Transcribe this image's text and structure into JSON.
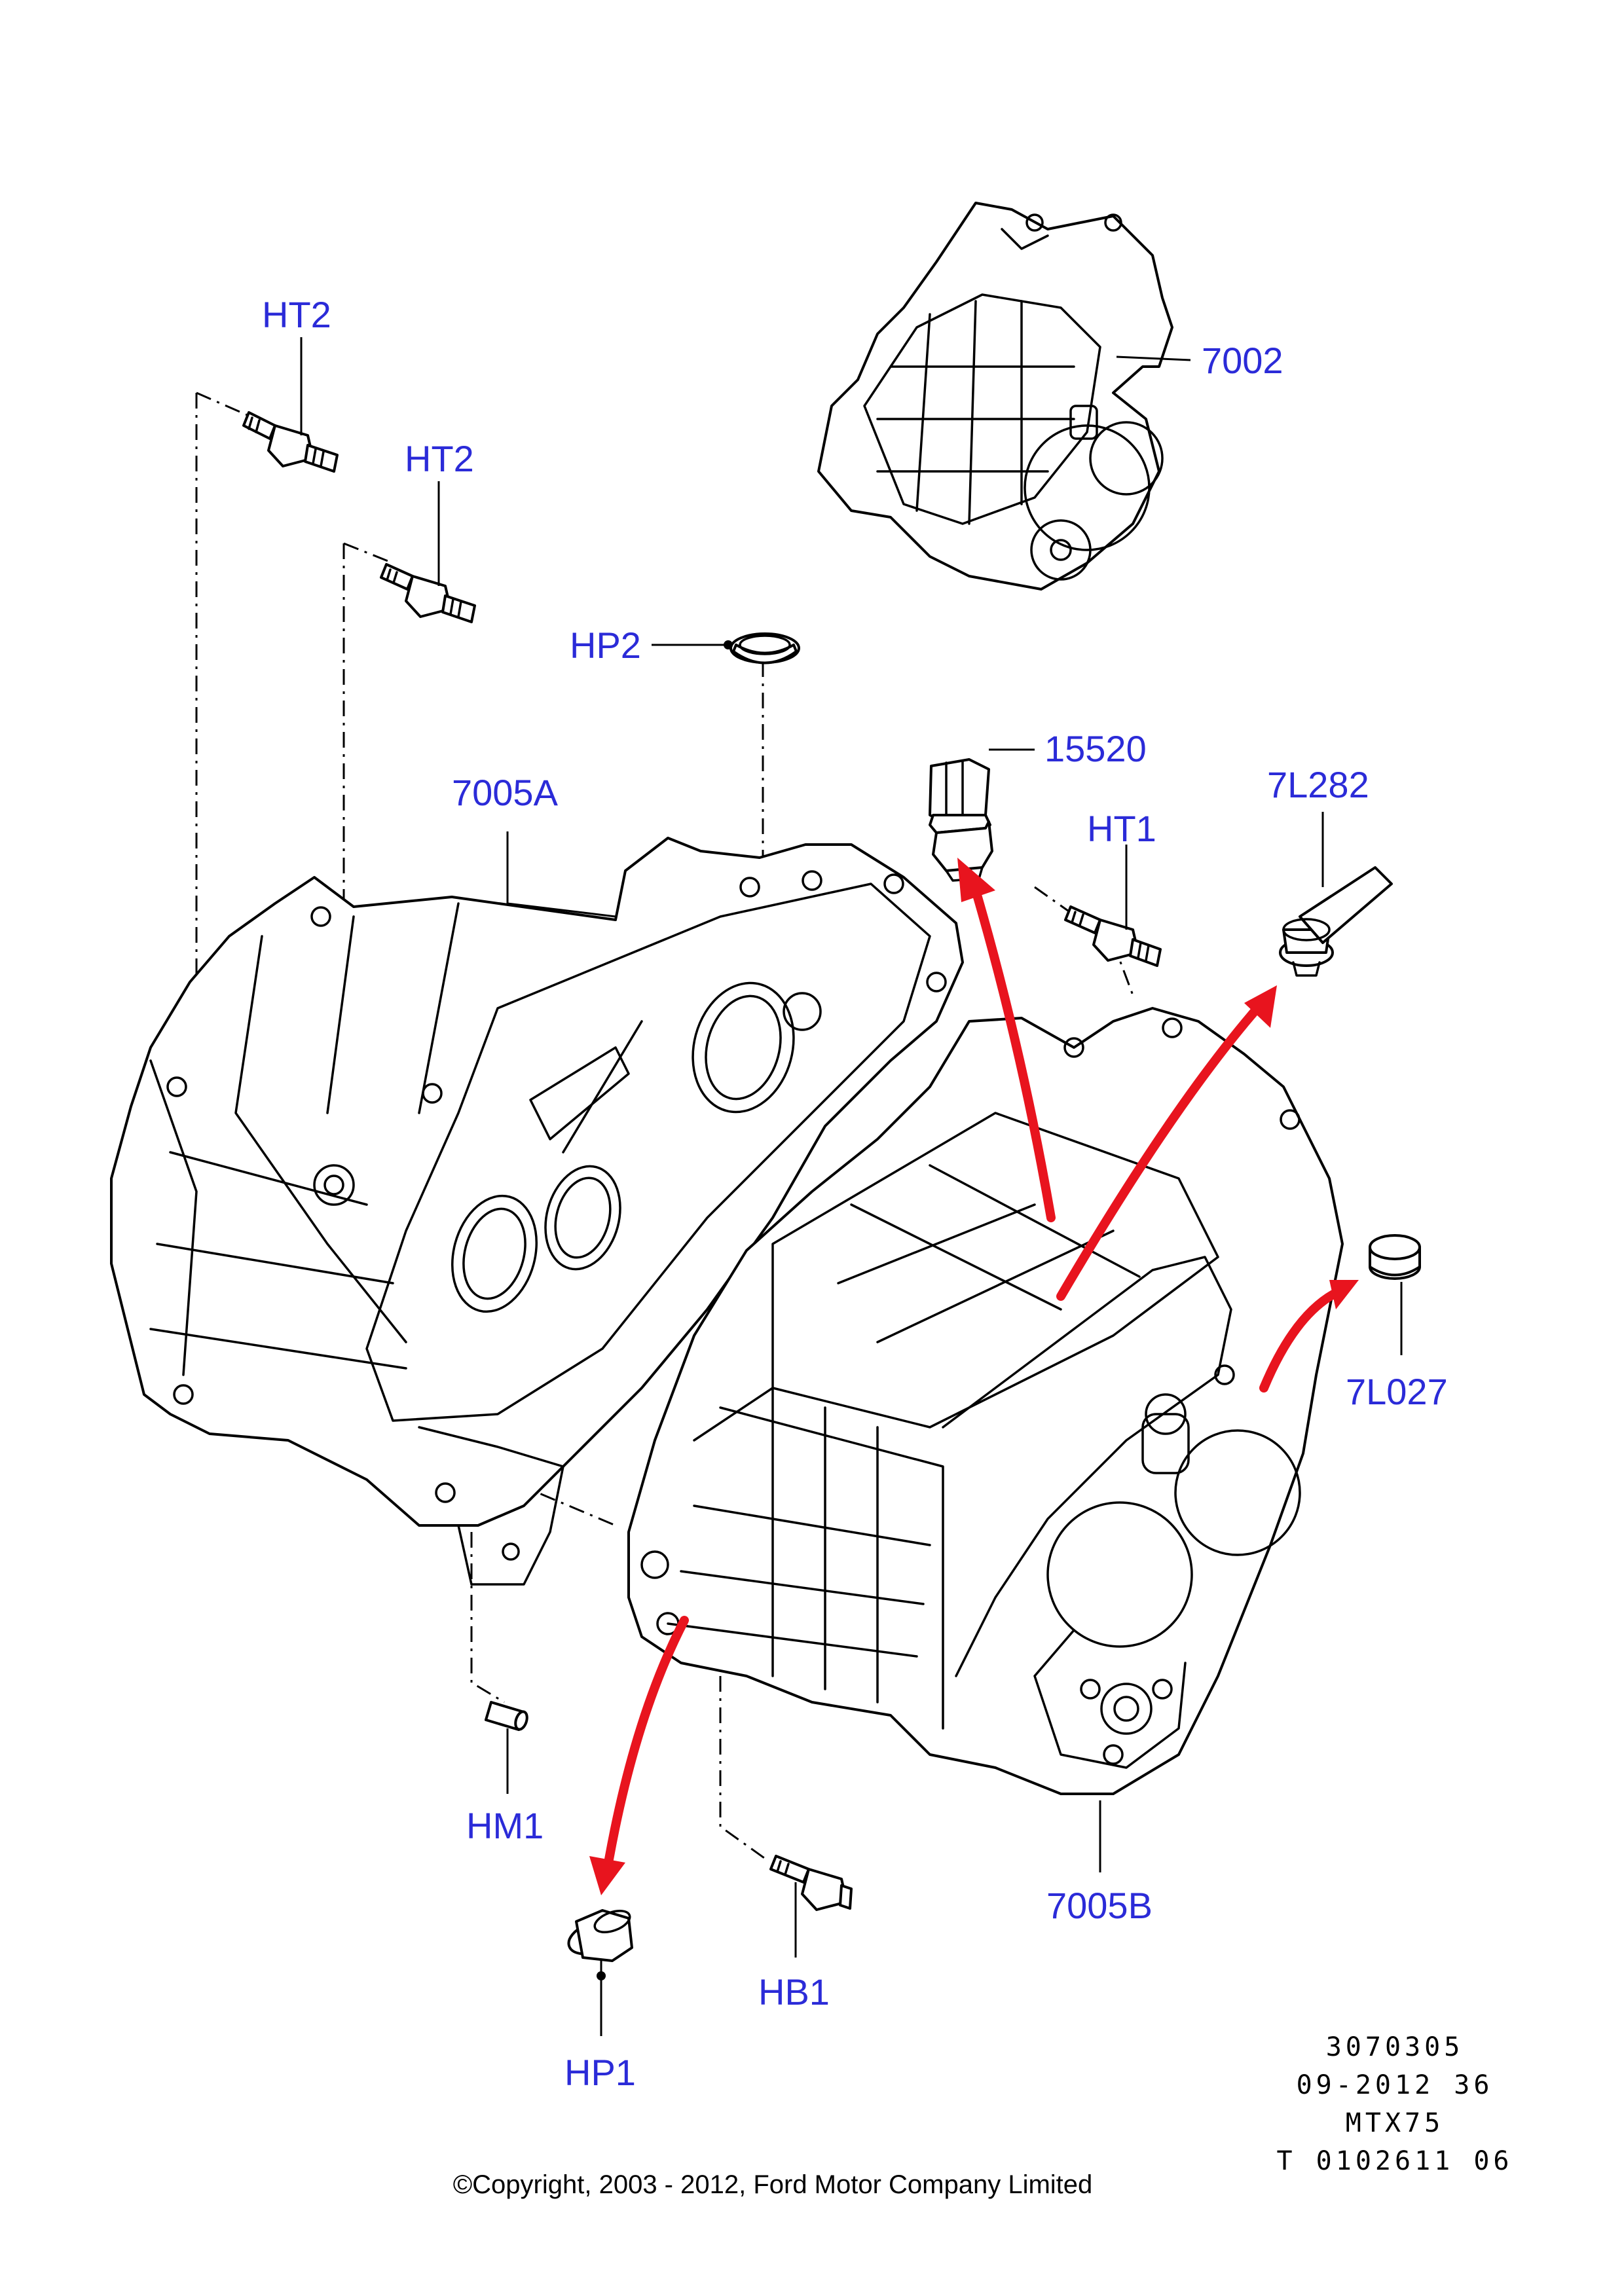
{
  "colors": {
    "label": "#2b2bd8",
    "arrow": "#e8141e",
    "line": "#000000",
    "background": "#ffffff"
  },
  "labels": {
    "ht2_top": "HT2",
    "ht2_second": "HT2",
    "hp2": "HP2",
    "p7002": "7002",
    "p15520": "15520",
    "p7005a": "7005A",
    "ht1": "HT1",
    "p7l282": "7L282",
    "p7l027": "7L027",
    "hm1": "HM1",
    "p7005b": "7005B",
    "hb1": "HB1",
    "hp1": "HP1"
  },
  "info": {
    "line1": "3070305",
    "line2": "09-2012 36",
    "line3": "MTX75",
    "line4": "T 0102611 06"
  },
  "copyright": "©Copyright, 2003 - 2012, Ford Motor Company Limited"
}
